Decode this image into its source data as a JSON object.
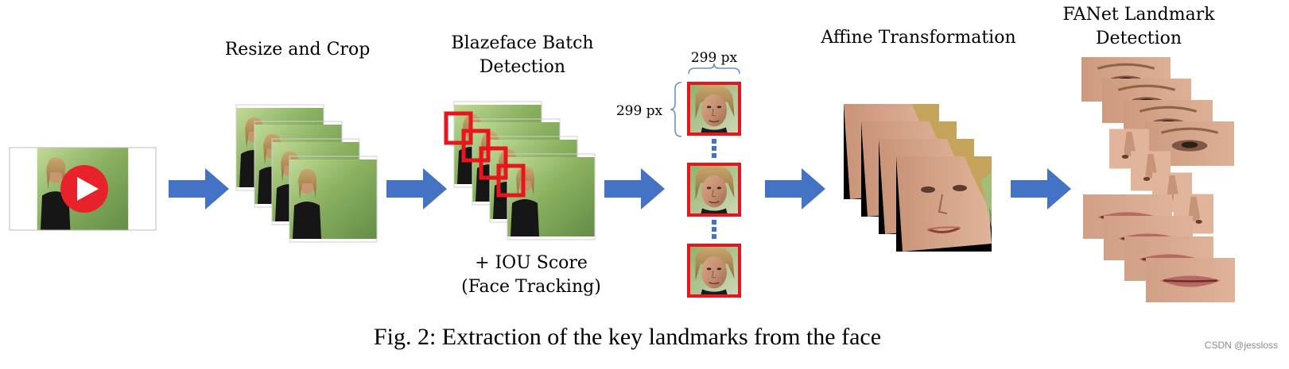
{
  "stages": {
    "resize": "Resize and Crop",
    "blazeface_line1": "Blazeface Batch",
    "blazeface_line2": "Detection",
    "iou_line1": "+ IOU Score",
    "iou_line2": "(Face Tracking)",
    "affine": "Affine Transformation",
    "fanet_line1": "FANet Landmark",
    "fanet_line2": "Detection"
  },
  "dims": {
    "width_label": "299 px",
    "height_label": "299 px"
  },
  "caption": "Fig. 2: Extraction of the key landmarks from the face",
  "watermark": "CSDN @jessloss",
  "colors": {
    "arrow": "#4472c4",
    "box": "#e8151c",
    "play": "#e8222a",
    "dots": "#4472c4"
  }
}
